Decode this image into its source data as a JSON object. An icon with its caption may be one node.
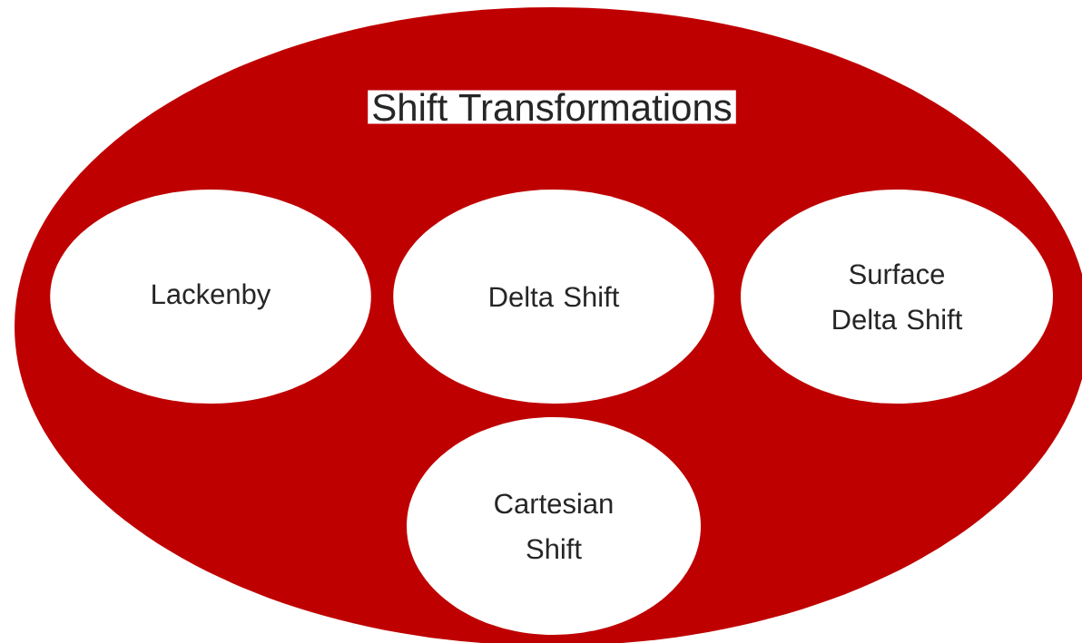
{
  "diagram": {
    "nodes": [
      {
        "text": [
          "Shift Transformations"
        ]
      },
      {
        "text": [
          "Lackenby"
        ],
        "in": 0
      },
      {
        "text": [
          "Delta Shift"
        ],
        "in": 0
      },
      {
        "text": [
          "Surface Delta Shift"
        ],
        "in": 0
      },
      {
        "text": [
          "Cartesian Shift"
        ],
        "in": 0
      }
    ]
  }
}
